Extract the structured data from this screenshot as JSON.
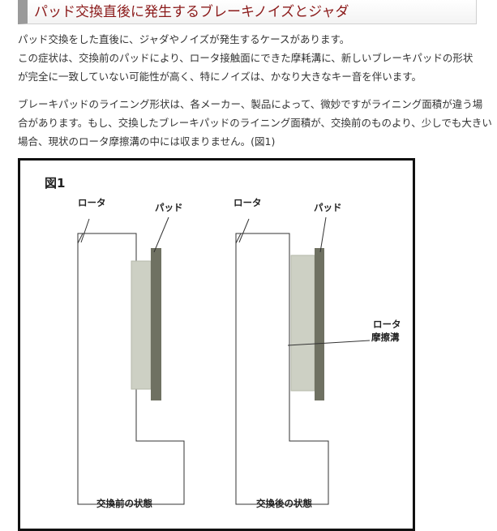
{
  "heading": "パッド交換直後に発生するブレーキノイズとジャダ",
  "paragraph1": [
    "パッド交換をした直後に、ジャダやノイズが発生するケースがあります。",
    "この症状は、交換前のパッドにより、ロータ接触面にできた摩耗溝に、新しいブレーキパッドの形状",
    "が完全に一致していない可能性が高く、特にノイズは、かなり大きなキー音を伴います。"
  ],
  "paragraph2": [
    "ブレーキパッドのライニング形状は、各メーカー、製品によって、微妙ですがライニング面積が違う場",
    "合があります。もし、交換したブレーキパッドのライニング面積が、交換前のものより、少しでも大きい",
    "場合、現状のロータ摩擦溝の中には収まりません。(図1)"
  ],
  "figure": {
    "title": "図1",
    "left": {
      "rotor_label": "ロータ",
      "pad_label": "パッド",
      "caption": "交換前の状態"
    },
    "right": {
      "rotor_label": "ロータ",
      "pad_label": "パッド",
      "groove_label_line1": "ロータ",
      "groove_label_line2": "摩擦溝",
      "caption": "交換後の状態"
    },
    "colors": {
      "lining": "#cdd0c4",
      "backplate": "#6f7162",
      "outline": "#333333"
    }
  }
}
